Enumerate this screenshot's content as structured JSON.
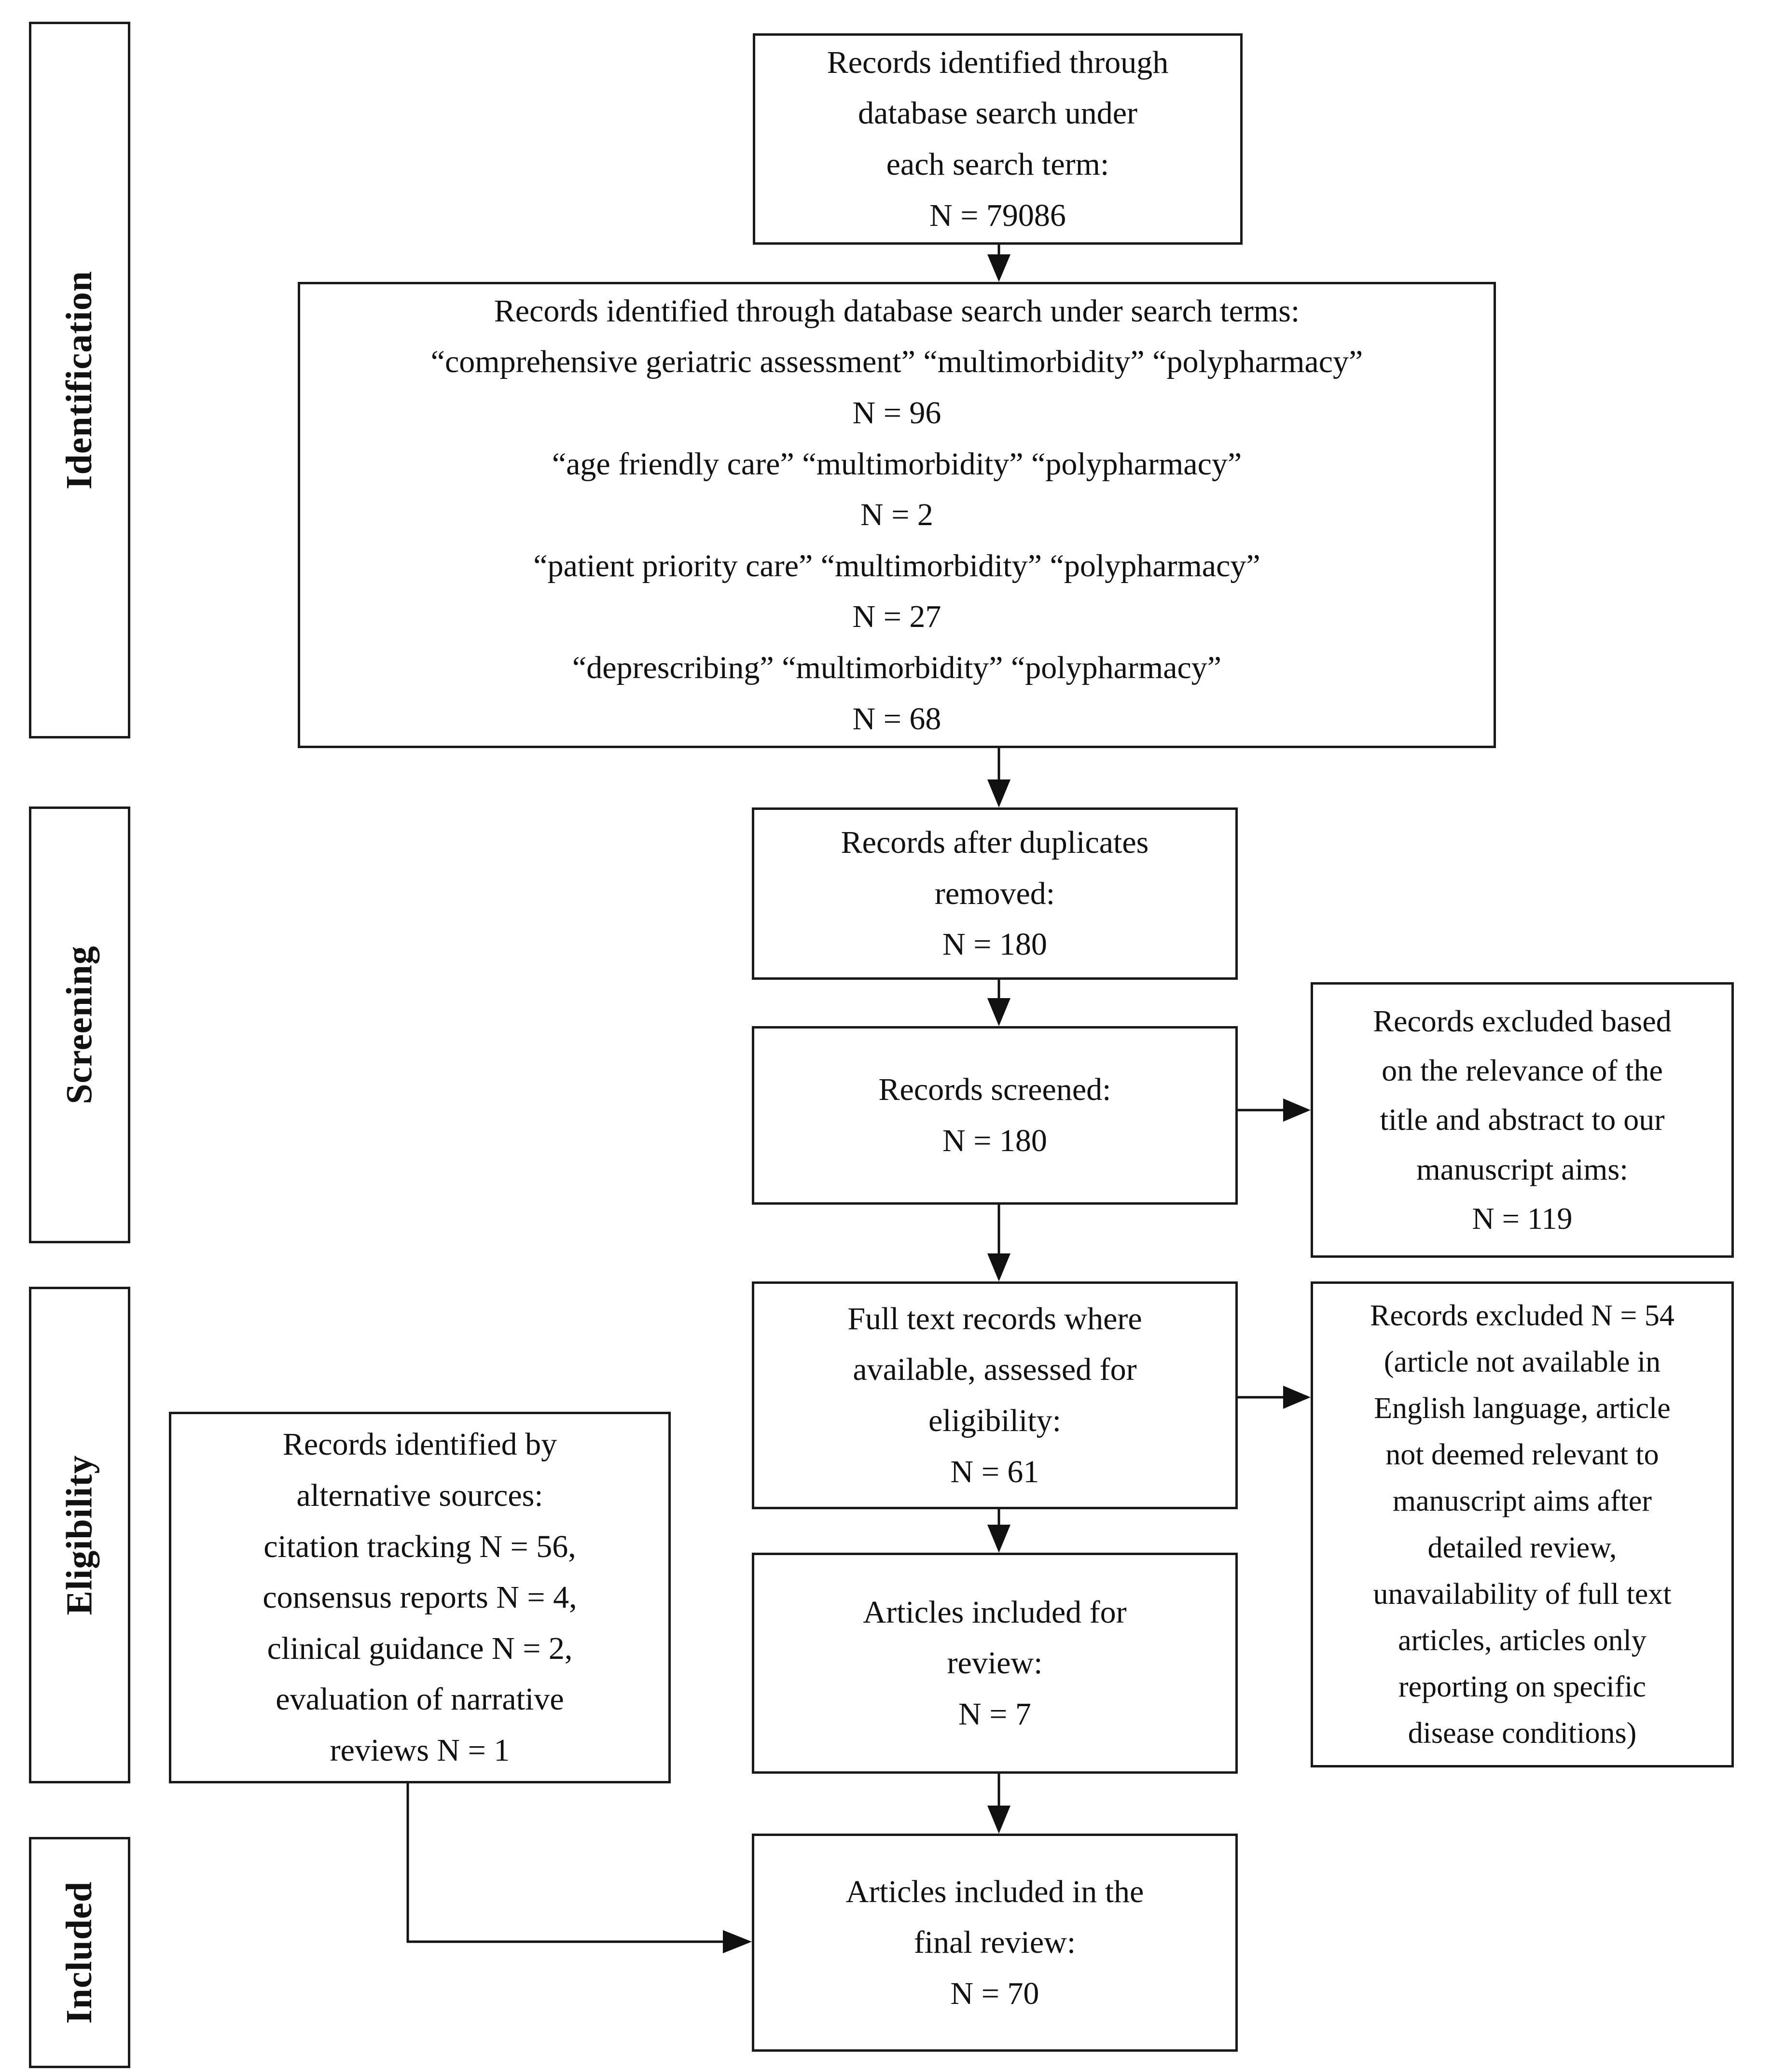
{
  "stages": [
    {
      "label": "Identification"
    },
    {
      "label": "Screening"
    },
    {
      "label": "Eligibility"
    },
    {
      "label": "Included"
    }
  ],
  "boxes": {
    "db_search": {
      "lines": [
        "Records identified through",
        "database search under",
        "each search term:",
        "N = 79086"
      ]
    },
    "search_terms": {
      "lines": [
        "Records identified through database search under search terms:",
        "“comprehensive geriatric assessment” “multimorbidity” “polypharmacy”",
        "N = 96",
        "“age friendly care” “multimorbidity” “polypharmacy”",
        "N = 2",
        "“patient priority care” “multimorbidity” “polypharmacy”",
        "N = 27",
        "“deprescribing” “multimorbidity” “polypharmacy”",
        "N = 68"
      ]
    },
    "duplicates_removed": {
      "lines": [
        "Records after duplicates",
        "removed:",
        "N = 180"
      ]
    },
    "records_screened": {
      "lines": [
        "Records screened:",
        "N = 180"
      ]
    },
    "excluded_title_abstract": {
      "lines": [
        "Records excluded based",
        "on the relevance of the",
        "title and abstract to our",
        "manuscript aims:",
        "N = 119"
      ]
    },
    "full_text_assessed": {
      "lines": [
        "Full text records where",
        "available, assessed for",
        "eligibility:",
        "N = 61"
      ]
    },
    "excluded_full_text": {
      "lines": [
        "Records excluded N = 54",
        "(article not available in",
        "English language, article",
        "not deemed relevant to",
        "manuscript aims after",
        "detailed review,",
        "unavailability of full text",
        "articles, articles only",
        "reporting on specific",
        "disease conditions)"
      ]
    },
    "alternative_sources": {
      "lines": [
        "Records identified by",
        "alternative sources:",
        "citation tracking N = 56,",
        "consensus reports N = 4,",
        "clinical guidance N = 2,",
        "evaluation of narrative",
        "reviews N = 1"
      ]
    },
    "included_for_review": {
      "lines": [
        "Articles included for",
        "review:",
        "N = 7"
      ]
    },
    "final_review": {
      "lines": [
        "Articles included in the",
        "final review:",
        "N = 70"
      ]
    }
  },
  "colors": {
    "line": "#111111",
    "box_border": "#1a1a1a",
    "background": "#ffffff",
    "text": "#111111"
  }
}
